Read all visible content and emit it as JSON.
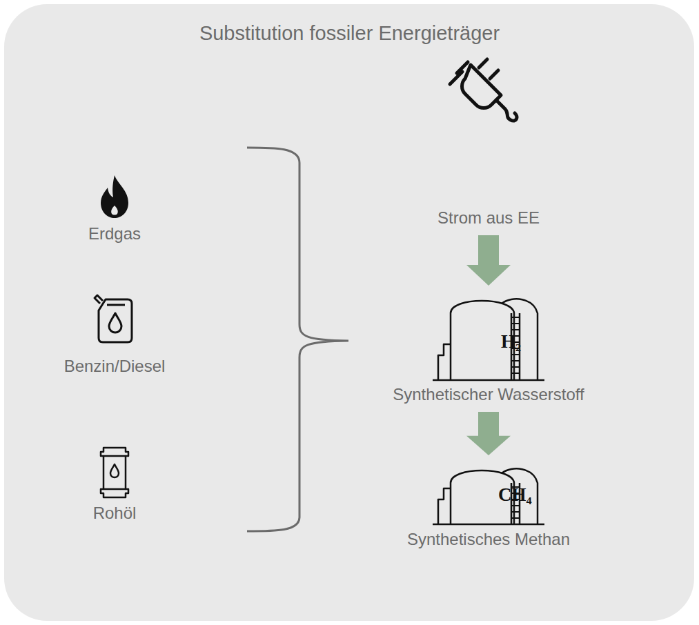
{
  "diagram": {
    "title": "Substitution fossiler Energieträger",
    "nodes": [
      {
        "text": [
          "Erdgas"
        ]
      },
      {
        "text": [
          "Benzin/Diesel"
        ]
      },
      {
        "text": [
          "Rohöl"
        ]
      },
      {
        "text": [
          "Strom aus EE"
        ]
      },
      {
        "text": [
          "Synthetischer Wasserstoff"
        ]
      },
      {
        "text": [
          "Synthetisches Methan"
        ]
      }
    ],
    "edges": [
      {
        "from": 3,
        "to": 4,
        "arrow": "to"
      },
      {
        "from": 4,
        "to": 5,
        "arrow": "to"
      }
    ],
    "labels": [
      "H₂",
      "CH₄"
    ]
  }
}
